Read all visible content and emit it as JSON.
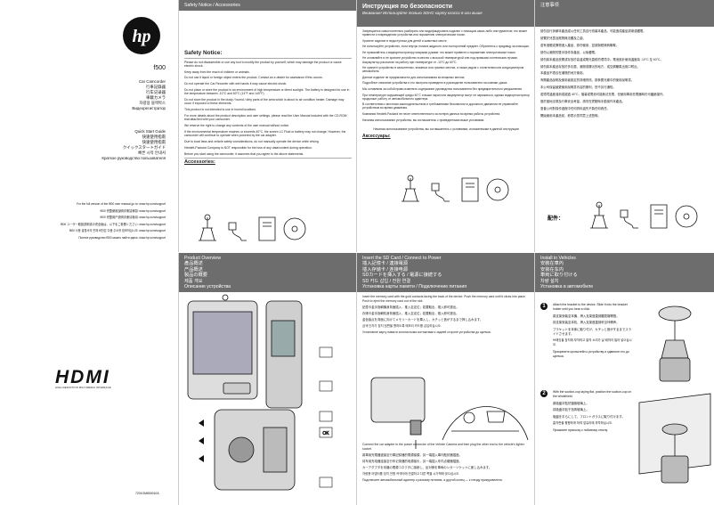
{
  "cover": {
    "model": "f500",
    "titles": [
      "Car Camcorder",
      "行車記錄器",
      "行车记录器",
      "車載カメラ",
      "차량용 블랙박스",
      "Видеорегистратор"
    ],
    "qsg_titles": [
      "Quick Start Guide",
      "快速使用指南",
      "快速使用指南",
      "クイックスタートガイド",
      "빠른 시작 안내서",
      "Краткое руководство пользователя"
    ],
    "manual_lines": [
      "For the full version of the f500 user manual go to: www.hp.com/support",
      "f500 完整使用說明手冊請參閱: www.hp.com/support",
      "f500 完整用户说明手册请参阅: www.hp.com/support",
      "f500 ユーザー取扱説明書の完全版は、以下をご参照ください: www.hp.com/support",
      "f500 사용 설명서의 전체 버전은 다음 주소를 참조하십시오: www.hp.com/support",
      "Полное руководство f500 можно найти здесь: www.hp.com/support"
    ],
    "hdmi_text": "HDMI",
    "hdmi_sub": "HIGH-DEFINITION MULTIMEDIA INTERFACE",
    "part_number": "7201GM800010A"
  },
  "safety": {
    "bar_title": "Safety Notice / Accessories",
    "heading": "Safety Notice:",
    "paragraphs": [
      "Please do not disassemble or use any tool to modify the product by yourself, which may damage the product or cause electric shock.",
      "Keep away from the reach of children or animals.",
      "Do not use if liquid or foreign object enters the product. Contact an e-dealer for assistance if this occurs.",
      "Do not operate the Car Recorder with wet hands it may cause electric shock.",
      "Do not place or store the product in an environment of high temperature or direct sunlight. The battery is designed for use in the temperature between -10°C and 60°C (14°F and 140°F).",
      "Do not store the product in the dusty / humid / dirty parts of the area which is about to air condition heater. Damage may occur if exposed to these elements.",
      "This product is not intended to use in humid locations.",
      "For more details about the product description and user settings, please read the User Manual included with the CD-ROM that attached with your camcorder.",
      "We reserve the right to change any contents of the user manual without notice.",
      "If the environmental temperature reaches or exceeds 40°C, the screen LC Fluid or battery may not change. However, the camcorder will continue to operate when powered by the car adapter.",
      "Due to local laws and vehicle safety considerations, do not manually operate the device while driving.",
      "Hewlett-Packard Company is NOT responsible for the loss of any data/content during operation.",
      "Before you start using the camcorder, it assumes that you agree to the above statements."
    ],
    "accessories_label": "Accessories:"
  },
  "russian": {
    "heading": "Инструкция по безопасности",
    "sub": "Внимание! Используйте только SDHC карту класса 6 или выше",
    "paragraphs": [
      "Запрещается самостоятельно разбирать или модифицировать изделие с помощью каких-либо инструментов; это может привести к повреждению устройства или поражению электрическим током.",
      "Храните изделие в недоступном для детей и животных месте.",
      "Не используйте устройство, если внутрь попала жидкость или посторонний предмет. Обратитесь к продавцу за помощью.",
      "Не прикасайтесь к видеорегистратору мокрыми руками: это может привести к поражению электрическим током.",
      "Не оставляйте и не храните устройство в местах с высокой температурой или под прямыми солнечными лучами. Аккумулятор рассчитан на работу при температуре от -10°C до 60°C.",
      "Не храните устройство в запыленных, влажных или грязных местах, а также рядом с отопителем или кондиционером автомобиля.",
      "Данное изделие не предназначено для использования во влажных местах.",
      "Подробное описание устройства и его настроек приведено в руководстве пользователя на компакт-диске.",
      "Мы оставляем за собой право изменять содержание руководства пользователя без предварительного уведомления.",
      "При температуре окружающей среды 40°C и выше экран или аккумулятор могут не заряжаться, однако видеорегистратор продолжит работу от автомобильного адаптера.",
      "В соответствии с местным законодательством и требованиями безопасности дорожного движения не управляйте устройством во время движения.",
      "Компания Hewlett-Packard не несет ответственности за потерю данных во время работы устройства.",
      "Начиная использование устройства, вы соглашаетесь с приведенными выше условиями."
    ],
    "footer": "Начиная использование устройства, вы соглашаетесь с условиями, изложенными в данной инструкции",
    "accessories_label": "Аксессуары:"
  },
  "cn_safety": {
    "bar_title": "注意事项",
    "paragraphs": [
      "請勿自行拆解本產品或以任何工具自行改裝本產品，可能造成產品損壞或觸電。",
      "請置於兒童及寵物無法觸及之處。",
      "若有液體或異物進入產品，請勿使用，並請與經銷商聯繫。",
      "請勿以潮濕的雙手操作本產品，以免觸電。",
      "請勿將本產品放置或存放於高溫或陽光直射的環境中。電池設計使用溫度為 -10°C 至 60°C。",
      "請勿將本產品存放於多灰塵、潮濕或髒污的地方，或空調暖氣出風口附近。",
      "本產品不適合在潮濕的地方使用。",
      "有關產品說明及使用者設定的詳細資訊，請參閱光碟中的使用說明書。",
      "本公司保留變更使用說明書內容的權利，恕不另行通知。",
      "若環境溫度達到或超過 40°C，螢幕或電池可能無法充電，但使用車用充電器時仍可繼續運作。",
      "基於當地法規及行車安全考量，請勿在駕駛時手動操作本產品。",
      "惠普公司對操作過程中任何資料遺失不負任何責任。",
      "開始使用本產品前，即表示您同意上述聲明。"
    ],
    "accessories_label": "配件："
  },
  "overview": {
    "bar_lines": [
      "Product Overview",
      "產品概述",
      "产品概述",
      "製品の概要",
      "제품 개요",
      "Описание устройства"
    ]
  },
  "sdcard": {
    "bar_lines": [
      "Insert the SD Card / Connect to Power",
      "插入記憶卡 / 連接電源",
      "插入存储卡 / 连接电源",
      "SDカードを挿入する / 電源に接続する",
      "SD 카드 삽입 / 전원 연결",
      "Установка карты памяти / Подключение питания"
    ],
    "step1": [
      "Insert the memory card with the gold contacts facing the back of the device. Push the memory card until it clicks into place. Push to eject the memory card out of the slot.",
      "記憶卡金手指朝機身背面插入，推入至定位；若要取出，推入即可退出。",
      "存储卡金手指朝机身背面插入，推入至定位；若要取出，推入即可退出。",
      "金色接点を背面に向けてメモリーカードを挿入し、カチッと音がするまで押し込みます。",
      "금색 단자가 장치 뒷면을 향하도록 메모리 카드를 삽입하십시오.",
      "Установите карту памяти золотистыми контактами к задней стороне устройства до щелчка."
    ],
    "step2": [
      "Connect the car adapter to the power connector of the Vehicle Camera and then plug the other end to the vehicle's lighter socket.",
      "將車用充電器連接至行車記錄器的電源接頭，另一端插入車內點菸器插座。",
      "将车用充电器连接至行车记录器的电源接头，另一端插入车内点烟器插座。",
      "カーアダプタを本機の電源コネクタに接続し、反対側を車両のシガーソケットに差し込みます。",
      "차량용 어댑터를 장치 전원 커넥터에 연결하고 다른 쪽을 시거잭에 꽂으십시오.",
      "Подключите автомобильный адаптер к разъему питания, а другой конец — к гнезду прикуривателя."
    ]
  },
  "vehicle": {
    "bar_lines": [
      "Install in Vehicles",
      "安裝在車內",
      "安装在车内",
      "車両に取り付ける",
      "차량 설치",
      "Установка в автомобиле"
    ],
    "step1": [
      "Attach the bracket to the device. Slide it into the bracket holder until you hear a click.",
      "將支架安裝至本機，滑入支架座直到聽見喀嚓聲。",
      "将支架安装至本机，滑入支架座直到听见咔嚓声。",
      "ブラケットを本体に取り付け、カチッと音がするまでスライドさせます。",
      "브래킷을 장치에 부착하고 딸깍 소리가 날 때까지 밀어 넣으십시오.",
      "Прикрепите кронштейн к устройству и сдвиньте его до щелчка."
    ],
    "step2": [
      "With the suction-cup laying flat, position the suction-cup on the windshield.",
      "將吸盤平貼於擋風玻璃上。",
      "将吸盘平贴于挡风玻璃上。",
      "吸盤を平らにして、フロントガラスに取り付けます。",
      "흡착판을 평평하게 하여 앞유리에 부착하십시오.",
      "Прижмите присоску к лобовому стеклу."
    ],
    "step_numbers": [
      "1",
      "2"
    ]
  }
}
